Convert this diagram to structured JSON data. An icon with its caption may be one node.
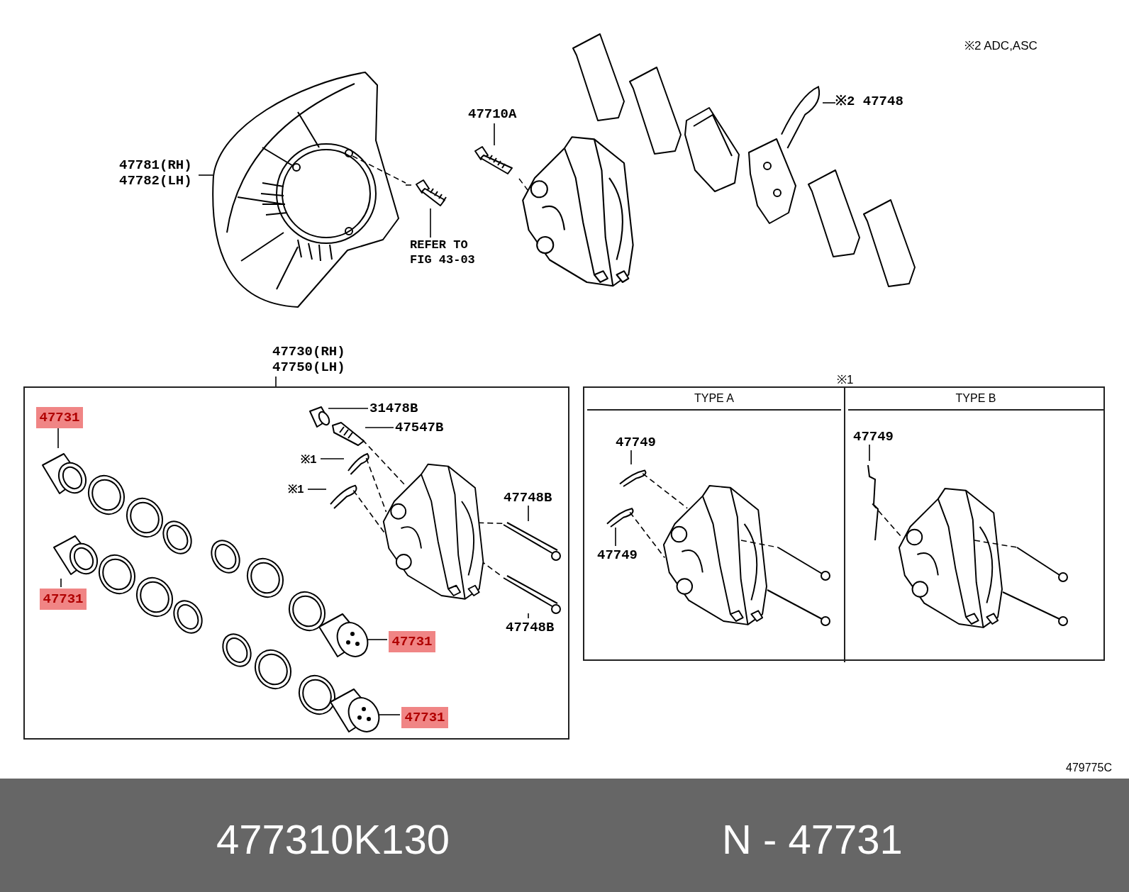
{
  "diagram": {
    "nodes": [
      {
        "text": [
          "47781(RH) 47782(LH)"
        ]
      },
      {
        "text": [],
        "shape": "picture"
      },
      {
        "text": [
          "REFER TO FIG 43-03"
        ]
      },
      {
        "text": [],
        "shape": "picture"
      },
      {
        "text": [
          "47710A"
        ]
      },
      {
        "text": [],
        "shape": "picture"
      },
      {
        "text": [
          "※2 47748"
        ]
      },
      {
        "text": [],
        "shape": "picture"
      },
      {
        "text": [
          "47730(RH) 47750(LH)"
        ]
      },
      {
        "text": [],
        "shape": "box"
      },
      {
        "text": [
          "47731"
        ],
        "in": 9
      },
      {
        "text": [],
        "shape": "picture",
        "in": 9
      },
      {
        "text": [
          "47731"
        ],
        "in": 9
      },
      {
        "text": [],
        "shape": "picture",
        "in": 9
      },
      {
        "text": [
          "47731"
        ],
        "in": 9
      },
      {
        "text": [],
        "shape": "picture",
        "in": 9
      },
      {
        "text": [
          "47731"
        ],
        "in": 9
      },
      {
        "text": [],
        "shape": "picture",
        "in": 9
      },
      {
        "text": [
          "31478B"
        ],
        "in": 9
      },
      {
        "text": [],
        "shape": "picture",
        "in": 9
      },
      {
        "text": [
          "47547B"
        ],
        "in": 9
      },
      {
        "text": [],
        "shape": "picture",
        "in": 9
      },
      {
        "text": [
          "※1"
        ],
        "in": 9
      },
      {
        "text": [],
        "shape": "picture",
        "in": 9
      },
      {
        "text": [
          "※1"
        ],
        "in": 9
      },
      {
        "text": [],
        "shape": "picture",
        "in": 9
      },
      {
        "text": [
          "47748B"
        ],
        "in": 9
      },
      {
        "text": [],
        "shape": "picture",
        "in": 9
      },
      {
        "text": [
          "47748B"
        ],
        "in": 9
      },
      {
        "text": [],
        "shape": "picture",
        "in": 9
      },
      {
        "text": [],
        "shape": "box"
      },
      {
        "text": [
          "TYPE A"
        ],
        "in": 30
      },
      {
        "text": [
          "TYPE B"
        ],
        "in": 30
      },
      {
        "text": [
          "47749"
        ],
        "in": 31
      },
      {
        "text": [],
        "shape": "picture",
        "in": 31
      },
      {
        "text": [
          "47749"
        ],
        "in": 31
      },
      {
        "text": [],
        "shape": "picture",
        "in": 31
      },
      {
        "text": [
          "47749"
        ],
        "in": 32
      },
      {
        "text": [],
        "shape": "picture",
        "in": 32
      },
      {
        "text": [],
        "shape": "picture",
        "in": 9
      },
      {
        "text": [],
        "shape": "picture",
        "in": 31
      },
      {
        "text": [],
        "shape": "picture",
        "in": 32
      }
    ],
    "edges": [
      {
        "from": 0,
        "to": 1,
        "arrow": "none"
      },
      {
        "from": 1,
        "to": 3,
        "arrow": "none",
        "style": "dashed"
      },
      {
        "from": 2,
        "to": 3,
        "arrow": "none"
      },
      {
        "from": 4,
        "to": 5,
        "arrow": "none"
      },
      {
        "from": 6,
        "to": 7,
        "arrow": "none"
      },
      {
        "from": 8,
        "to": 9,
        "arrow": "none"
      },
      {
        "from": 10,
        "to": 11,
        "arrow": "none"
      },
      {
        "from": 12,
        "to": 13,
        "arrow": "none"
      },
      {
        "from": 14,
        "to": 15,
        "arrow": "none"
      },
      {
        "from": 16,
        "to": 17,
        "arrow": "none"
      },
      {
        "from": 18,
        "to": 19,
        "arrow": "none"
      },
      {
        "from": 20,
        "to": 21,
        "arrow": "none"
      },
      {
        "from": 22,
        "to": 23,
        "arrow": "none"
      },
      {
        "from": 24,
        "to": 25,
        "arrow": "none"
      },
      {
        "from": 26,
        "to": 27,
        "arrow": "none"
      },
      {
        "from": 28,
        "to": 29,
        "arrow": "none"
      },
      {
        "from": 33,
        "to": 34,
        "arrow": "none"
      },
      {
        "from": 35,
        "to": 36,
        "arrow": "none"
      },
      {
        "from": 37,
        "to": 38,
        "arrow": "none"
      },
      {
        "from": 21,
        "to": 39,
        "arrow": "none",
        "style": "dashed"
      },
      {
        "from": 23,
        "to": 39,
        "arrow": "none",
        "style": "dashed"
      },
      {
        "from": 25,
        "to": 39,
        "arrow": "none",
        "style": "dashed"
      },
      {
        "from": 39,
        "to": 27,
        "arrow": "none",
        "style": "dashed"
      },
      {
        "from": 39,
        "to": 29,
        "arrow": "none",
        "style": "dashed"
      },
      {
        "from": 34,
        "to": 40,
        "arrow": "none",
        "style": "dashed"
      },
      {
        "from": 36,
        "to": 40,
        "arrow": "none",
        "style": "dashed"
      },
      {
        "from": 38,
        "to": 41,
        "arrow": "none",
        "style": "dashed"
      }
    ],
    "labels": [
      "※2 ADC,ASC",
      "※1",
      "479775C",
      "477310K130",
      "N - 47731"
    ]
  }
}
